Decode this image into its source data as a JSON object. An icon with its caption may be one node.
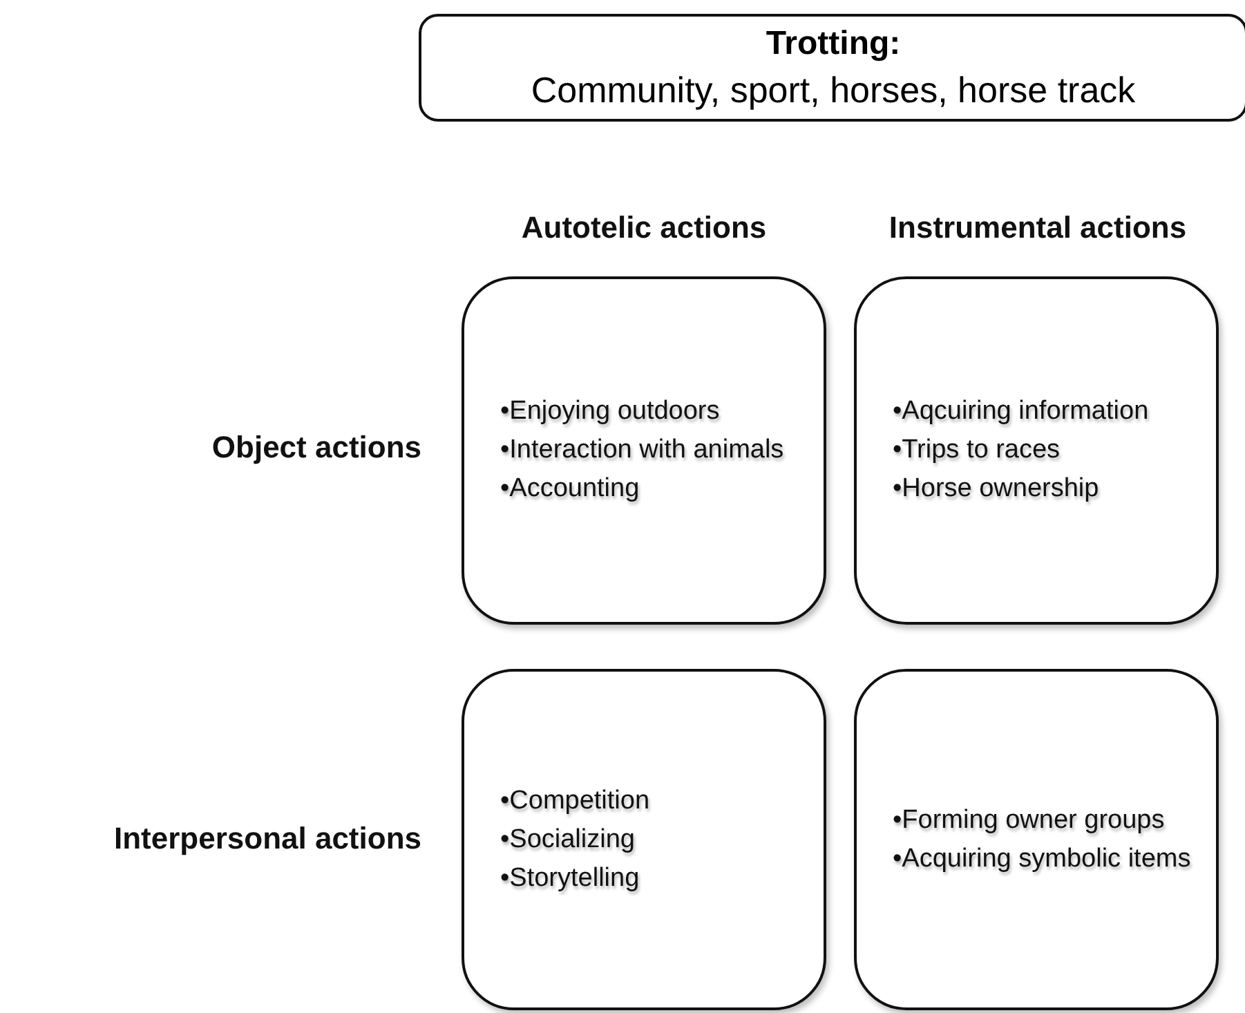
{
  "diagram": {
    "nodes": [
      {
        "text": [
          "Trotting:",
          "Community, sport, horses, horse track"
        ]
      },
      {
        "text": [
          "•Enjoying outdoors",
          "•Interaction with animals",
          "•Accounting"
        ]
      },
      {
        "text": [
          "•Aqcuiring information",
          "•Trips to races",
          "•Horse ownership"
        ]
      },
      {
        "text": [
          "•Competition",
          "•Socializing",
          "•Storytelling"
        ]
      },
      {
        "text": [
          "•Forming owner groups",
          "•Acquiring symbolic items"
        ]
      }
    ],
    "labels": [
      "Autotelic actions",
      "Instrumental actions",
      "Object actions",
      "Interpersonal actions"
    ]
  }
}
